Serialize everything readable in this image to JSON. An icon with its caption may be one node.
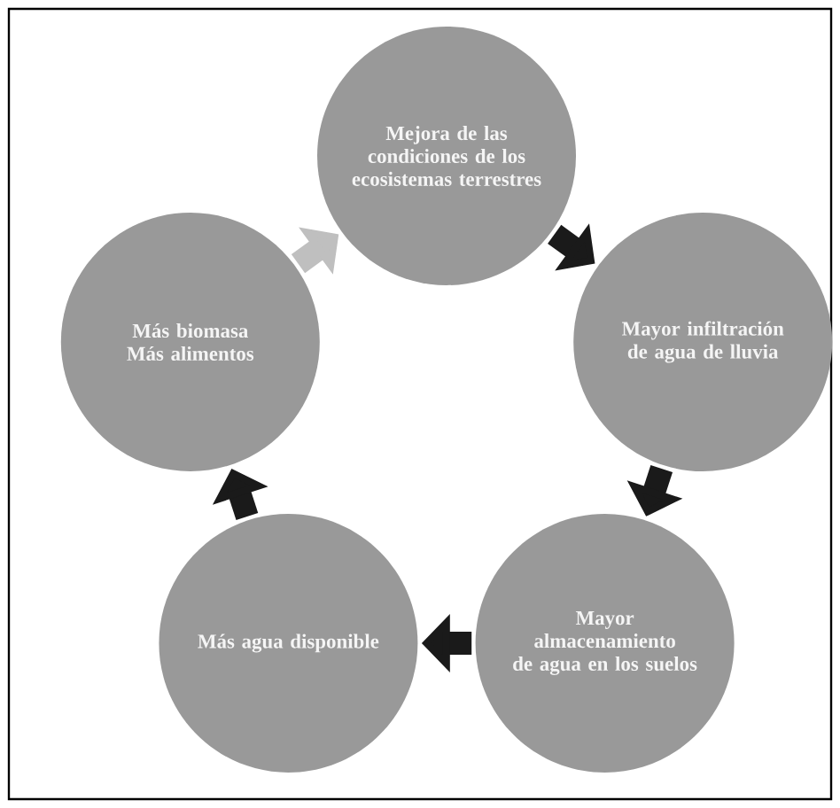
{
  "diagram": {
    "nodes": [
      {
        "text": [
          "Mejora de las condiciones de los ecosistemas terrestres"
        ]
      },
      {
        "text": [
          "Mayor infiltración de agua de lluvia"
        ]
      },
      {
        "text": [
          "Mayor almacenamiento de agua en los suelos"
        ]
      },
      {
        "text": [
          "Más agua disponible"
        ]
      },
      {
        "text": [
          "Más biomasa Más alimentos"
        ]
      }
    ],
    "edges": [
      {
        "from": 0,
        "to": 1,
        "arrow": "to"
      },
      {
        "from": 1,
        "to": 2,
        "arrow": "to"
      },
      {
        "from": 2,
        "to": 3,
        "arrow": "to"
      },
      {
        "from": 3,
        "to": 4,
        "arrow": "to"
      },
      {
        "from": 4,
        "to": 0,
        "arrow": "to",
        "color": "#bfbfbf"
      }
    ]
  }
}
